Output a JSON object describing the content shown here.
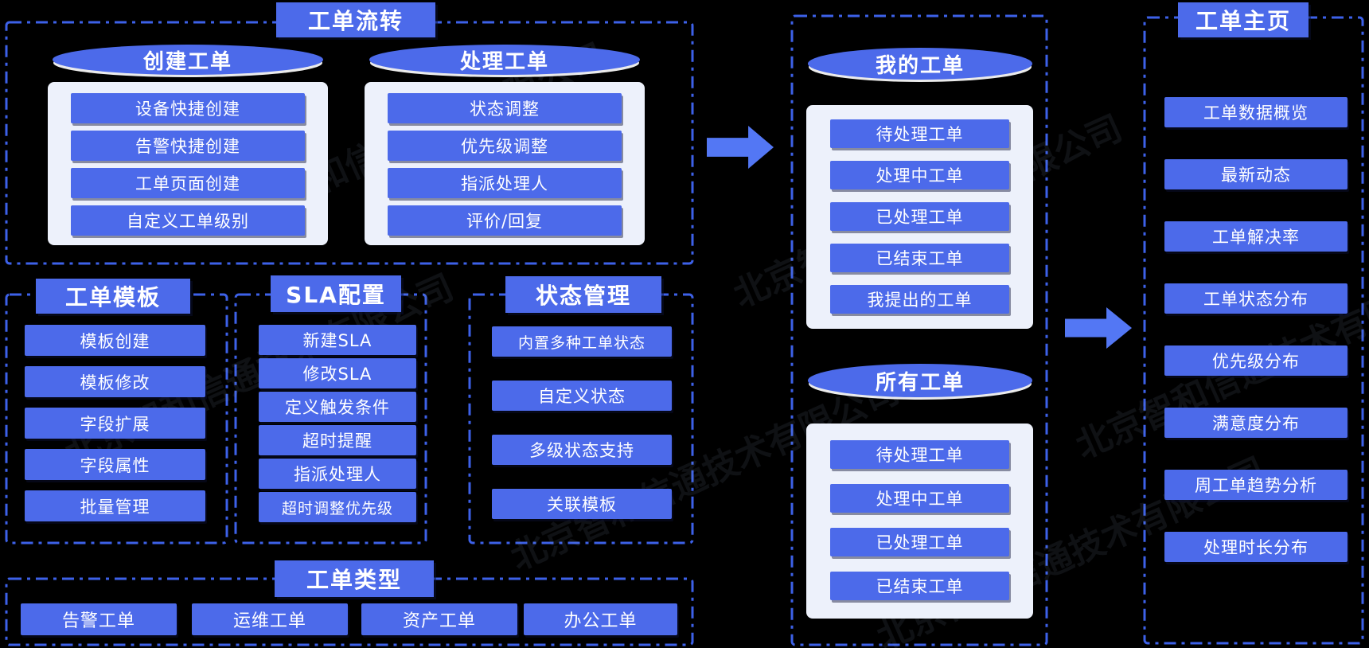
{
  "watermark": "北京智和信通技术有限公司",
  "colors": {
    "background": "#000000",
    "accent_blue": "#4c6aea",
    "dash_border": "#3d61e8",
    "arrow_blue": "#5377f4",
    "panel_bg": "#edf1fb"
  },
  "sections": {
    "flow": {
      "title": "工单流转",
      "groups": [
        {
          "header": "创建工单",
          "items": [
            "设备快捷创建",
            "告警快捷创建",
            "工单页面创建",
            "自定义工单级别"
          ]
        },
        {
          "header": "处理工单",
          "items": [
            "状态调整",
            "优先级调整",
            "指派处理人",
            "评价/回复"
          ]
        }
      ]
    },
    "template": {
      "title": "工单模板",
      "items": [
        "模板创建",
        "模板修改",
        "字段扩展",
        "字段属性",
        "批量管理"
      ]
    },
    "sla": {
      "title": "SLA配置",
      "items": [
        "新建SLA",
        "修改SLA",
        "定义触发条件",
        "超时提醒",
        "指派处理人",
        "超时调整优先级"
      ]
    },
    "status": {
      "title": "状态管理",
      "items": [
        "内置多种工单状态",
        "自定义状态",
        "多级状态支持",
        "关联模板"
      ]
    },
    "types": {
      "title": "工单类型",
      "items": [
        "告警工单",
        "运维工单",
        "资产工单",
        "办公工单"
      ]
    },
    "queues": {
      "groups": [
        {
          "header": "我的工单",
          "items": [
            "待处理工单",
            "处理中工单",
            "已处理工单",
            "已结束工单",
            "我提出的工单"
          ]
        },
        {
          "header": "所有工单",
          "items": [
            "待处理工单",
            "处理中工单",
            "已处理工单",
            "已结束工单"
          ]
        }
      ]
    },
    "home": {
      "title": "工单主页",
      "items": [
        "工单数据概览",
        "最新动态",
        "工单解决率",
        "工单状态分布",
        "优先级分布",
        "满意度分布",
        "周工单趋势分析",
        "处理时长分布"
      ]
    }
  }
}
